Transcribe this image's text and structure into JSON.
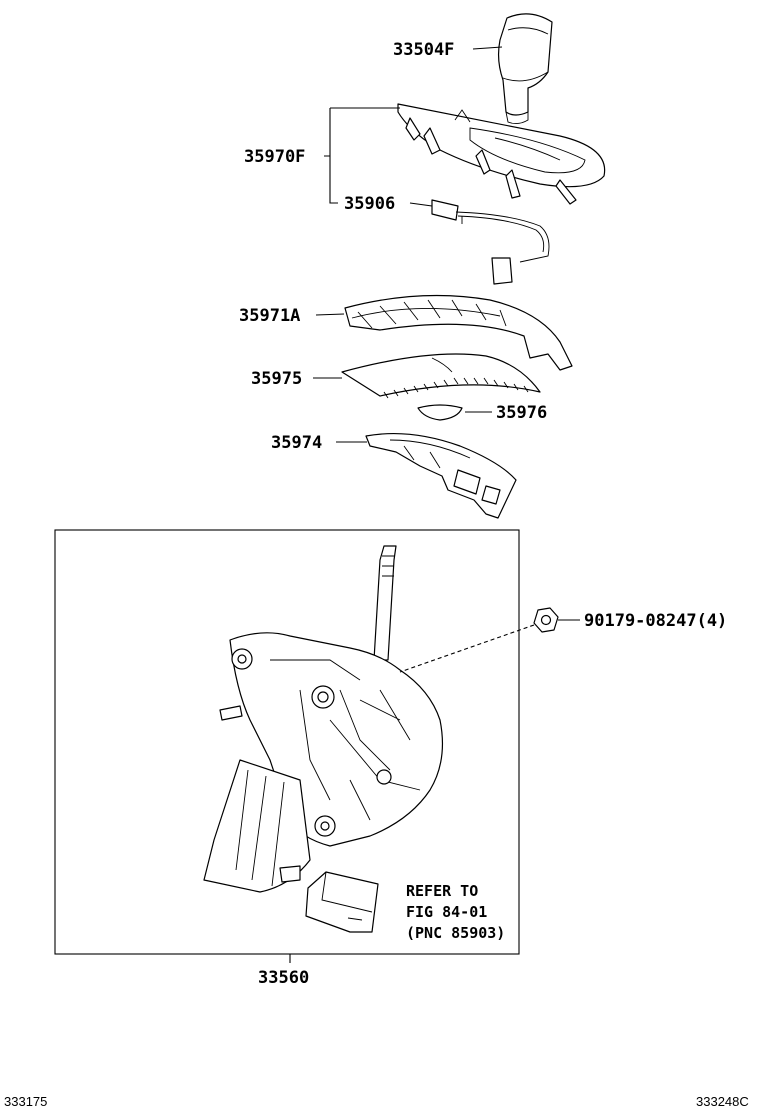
{
  "parts": [
    {
      "id": "knob",
      "label": "33504F"
    },
    {
      "id": "bezel",
      "label": "35970F"
    },
    {
      "id": "wire",
      "label": "35906"
    },
    {
      "id": "cover",
      "label": "35971A"
    },
    {
      "id": "plate",
      "label": "35975"
    },
    {
      "id": "small",
      "label": "35976"
    },
    {
      "id": "indicator",
      "label": "35974"
    },
    {
      "id": "nut",
      "label": "90179-08247(4)"
    },
    {
      "id": "assembly",
      "label": "33560"
    }
  ],
  "note": {
    "line1": "REFER TO",
    "line2": "FIG 84-01",
    "line3": "(PNC 85903)"
  },
  "footer": {
    "left": "333175",
    "right": "333248C"
  }
}
